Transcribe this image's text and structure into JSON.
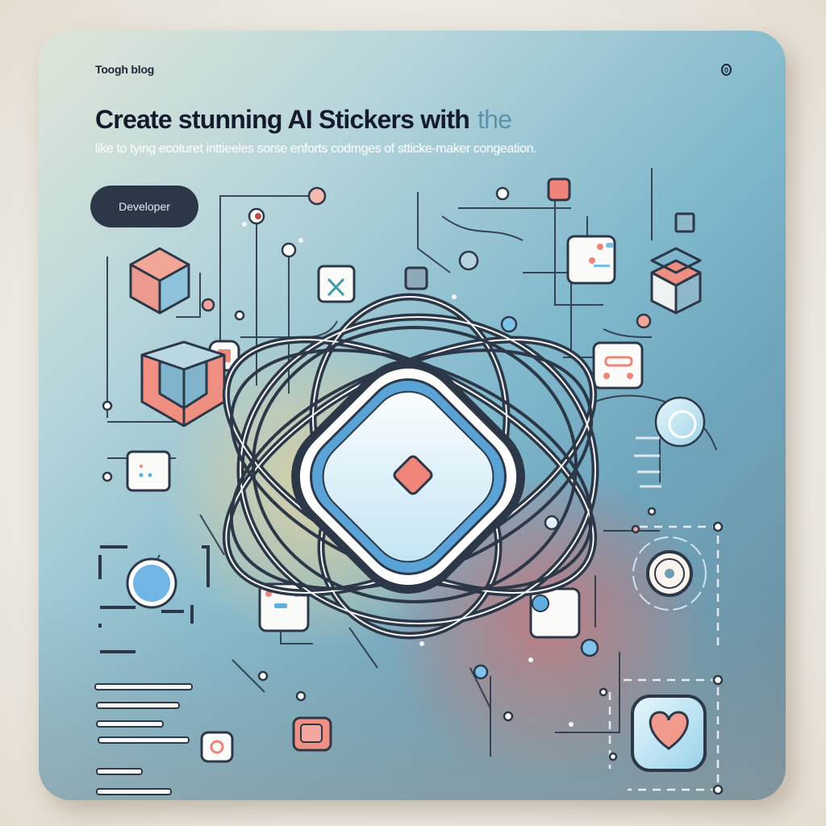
{
  "header": {
    "brand": "Toogh blog",
    "corner_icon": "info-circle-icon",
    "corner_glyph": "0"
  },
  "hero": {
    "headline": "Create stunning AI Stickers  with",
    "headline_faded": "the",
    "subline": "like to tying ecoturet inttieeles sorse enforts codmges of stticke-maker congeation.",
    "tag_button": "Developer"
  },
  "illustration": {
    "center_icon": "knotted-cable-chip-icon",
    "stickers": [
      "cube-icon",
      "cube-icon",
      "cube-icon",
      "heart-icon",
      "target-icon",
      "orb-icon",
      "card-icon",
      "close-card-icon"
    ]
  },
  "colors": {
    "ink": "#1c2433",
    "accent_blue": "#5eaee0",
    "accent_coral": "#ef8679",
    "pill_bg": "#2c3848",
    "card_light": "#fbfbf9"
  }
}
